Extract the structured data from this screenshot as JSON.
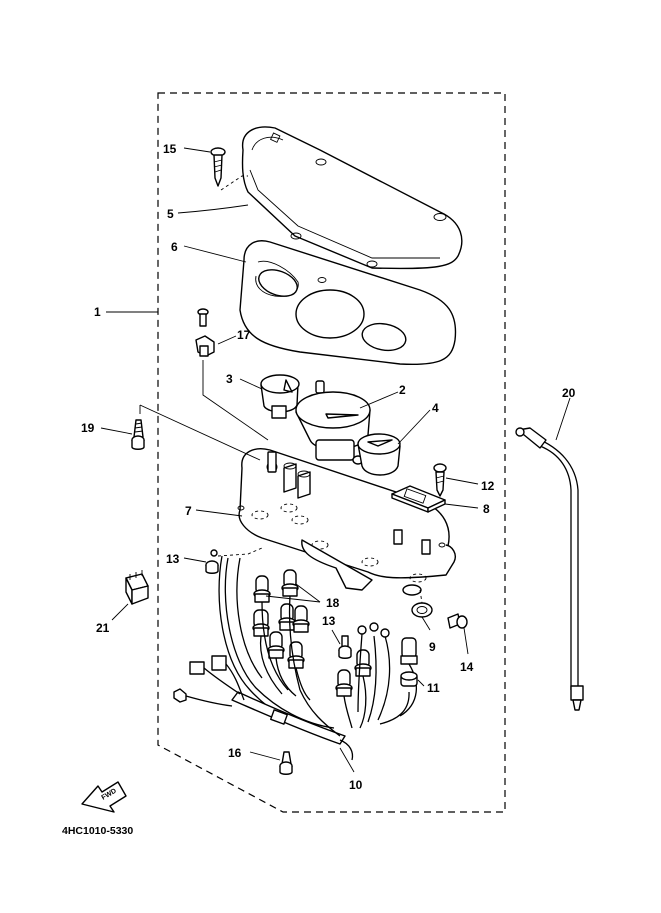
{
  "diagram": {
    "code": "4HC1010-5330",
    "fwd_label": "FWD",
    "callouts": [
      {
        "id": "1",
        "text": "1"
      },
      {
        "id": "2",
        "text": "2"
      },
      {
        "id": "3",
        "text": "3"
      },
      {
        "id": "4",
        "text": "4"
      },
      {
        "id": "5",
        "text": "5"
      },
      {
        "id": "6",
        "text": "6"
      },
      {
        "id": "7",
        "text": "7"
      },
      {
        "id": "8",
        "text": "8"
      },
      {
        "id": "9",
        "text": "9"
      },
      {
        "id": "10",
        "text": "10"
      },
      {
        "id": "11",
        "text": "11"
      },
      {
        "id": "12",
        "text": "12"
      },
      {
        "id": "13a",
        "text": "13"
      },
      {
        "id": "13b",
        "text": "13"
      },
      {
        "id": "14",
        "text": "14"
      },
      {
        "id": "15",
        "text": "15"
      },
      {
        "id": "16",
        "text": "16"
      },
      {
        "id": "17",
        "text": "17"
      },
      {
        "id": "18",
        "text": "18"
      },
      {
        "id": "19",
        "text": "19"
      },
      {
        "id": "20",
        "text": "20"
      },
      {
        "id": "21",
        "text": "21"
      }
    ]
  }
}
